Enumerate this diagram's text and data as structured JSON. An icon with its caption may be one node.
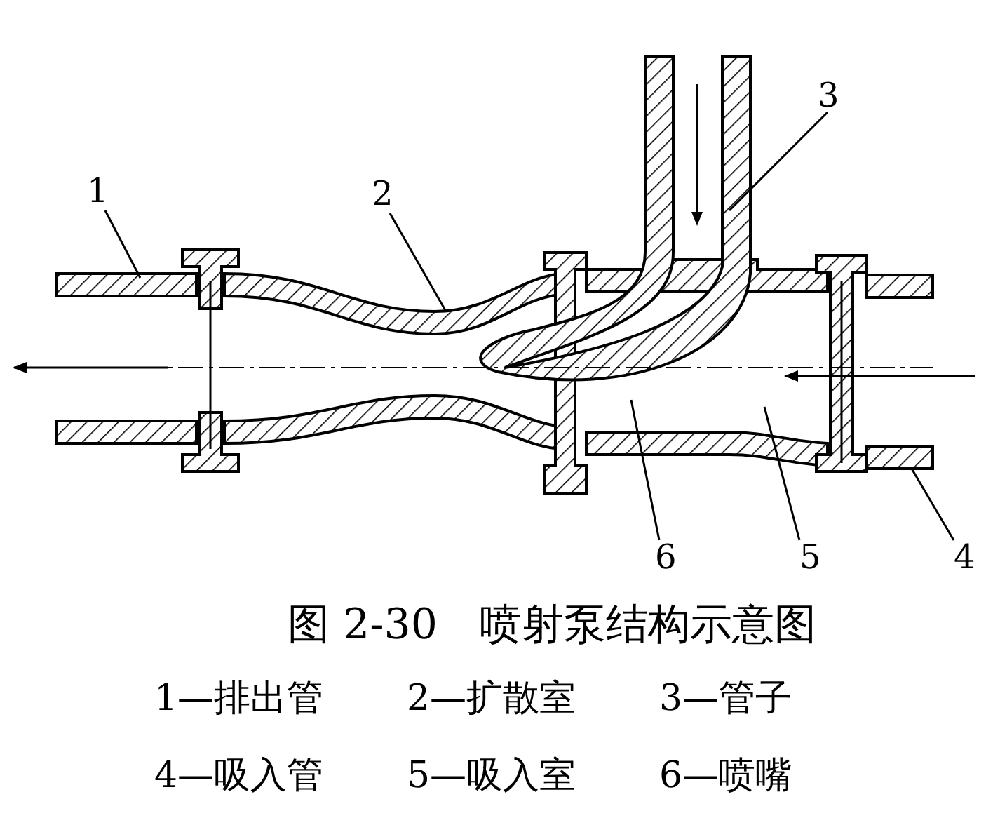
{
  "diagram": {
    "caption": "图 2-30　喷射泵结构示意图",
    "nodes": [
      {
        "text": [
          "1"
        ]
      },
      {
        "text": [
          "2"
        ]
      },
      {
        "text": [
          "3"
        ]
      },
      {
        "text": [
          "4"
        ]
      },
      {
        "text": [
          "5"
        ]
      },
      {
        "text": [
          "6"
        ]
      }
    ],
    "edges": [
      {
        "from": 0,
        "to": null,
        "arrow": "none"
      },
      {
        "from": 1,
        "to": null,
        "arrow": "none"
      },
      {
        "from": 2,
        "to": null,
        "arrow": "none"
      },
      {
        "from": 3,
        "to": null,
        "arrow": "none"
      },
      {
        "from": 4,
        "to": null,
        "arrow": "none"
      },
      {
        "from": 5,
        "to": null,
        "arrow": "none"
      }
    ],
    "labels": [
      "1—排出管",
      "2—扩散室",
      "3—管子",
      "4—吸入管",
      "5—吸入室",
      "6—喷嘴"
    ]
  }
}
